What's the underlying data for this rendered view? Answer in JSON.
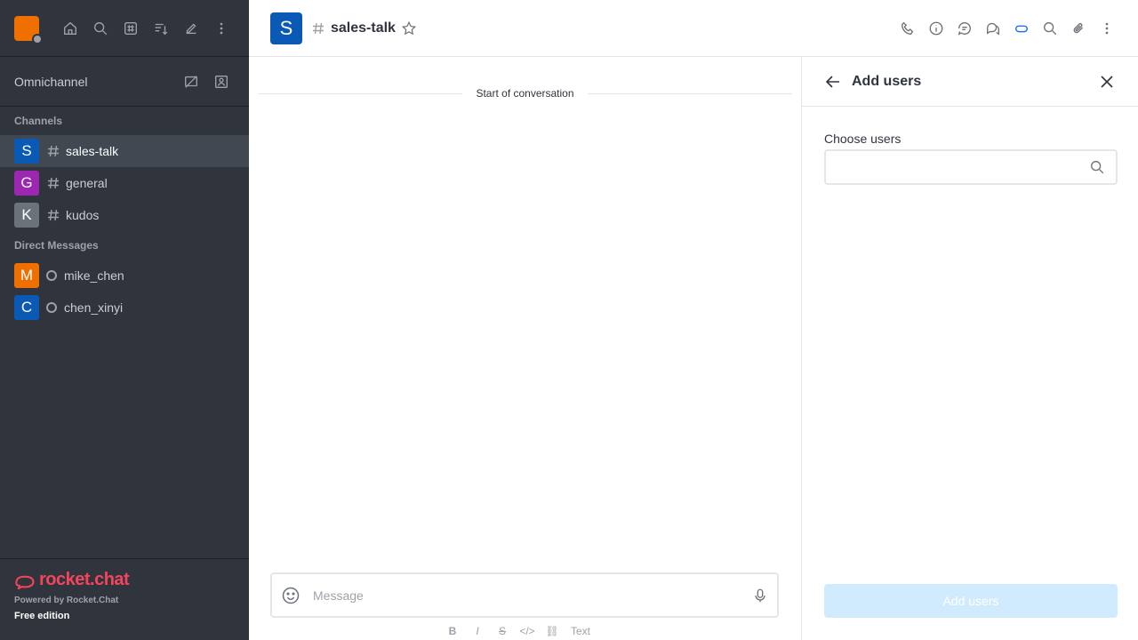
{
  "sidebar": {
    "omnichannel": "Omnichannel",
    "sections": {
      "channels": "Channels",
      "direct_messages": "Direct Messages"
    },
    "channels": [
      {
        "initial": "S",
        "label": "sales-talk",
        "color": "#0a5ab5",
        "active": true
      },
      {
        "initial": "G",
        "label": "general",
        "color": "#9c27b0",
        "active": false
      },
      {
        "initial": "K",
        "label": "kudos",
        "color": "#6c727a",
        "active": false
      }
    ],
    "direct_messages": [
      {
        "initial": "M",
        "label": "mike_chen",
        "color": "#ef6f00"
      },
      {
        "initial": "C",
        "label": "chen_xinyi",
        "color": "#0a5ab5"
      }
    ],
    "footer": {
      "logo_text": "rocket.chat",
      "powered_by": "Powered by Rocket.Chat",
      "edition": "Free edition"
    }
  },
  "header": {
    "avatar_initial": "S",
    "room_name": "sales-talk"
  },
  "main": {
    "start_of_conversation": "Start of conversation",
    "composer_placeholder": "Message",
    "format_text": "Text"
  },
  "panel": {
    "title": "Add users",
    "field_label": "Choose users",
    "button_label": "Add users"
  },
  "colors": {
    "accent": "#1d74f5",
    "sidebar_bg": "#2f343d",
    "brand": "#f5455c",
    "button_disabled": "#d1ebfe"
  }
}
